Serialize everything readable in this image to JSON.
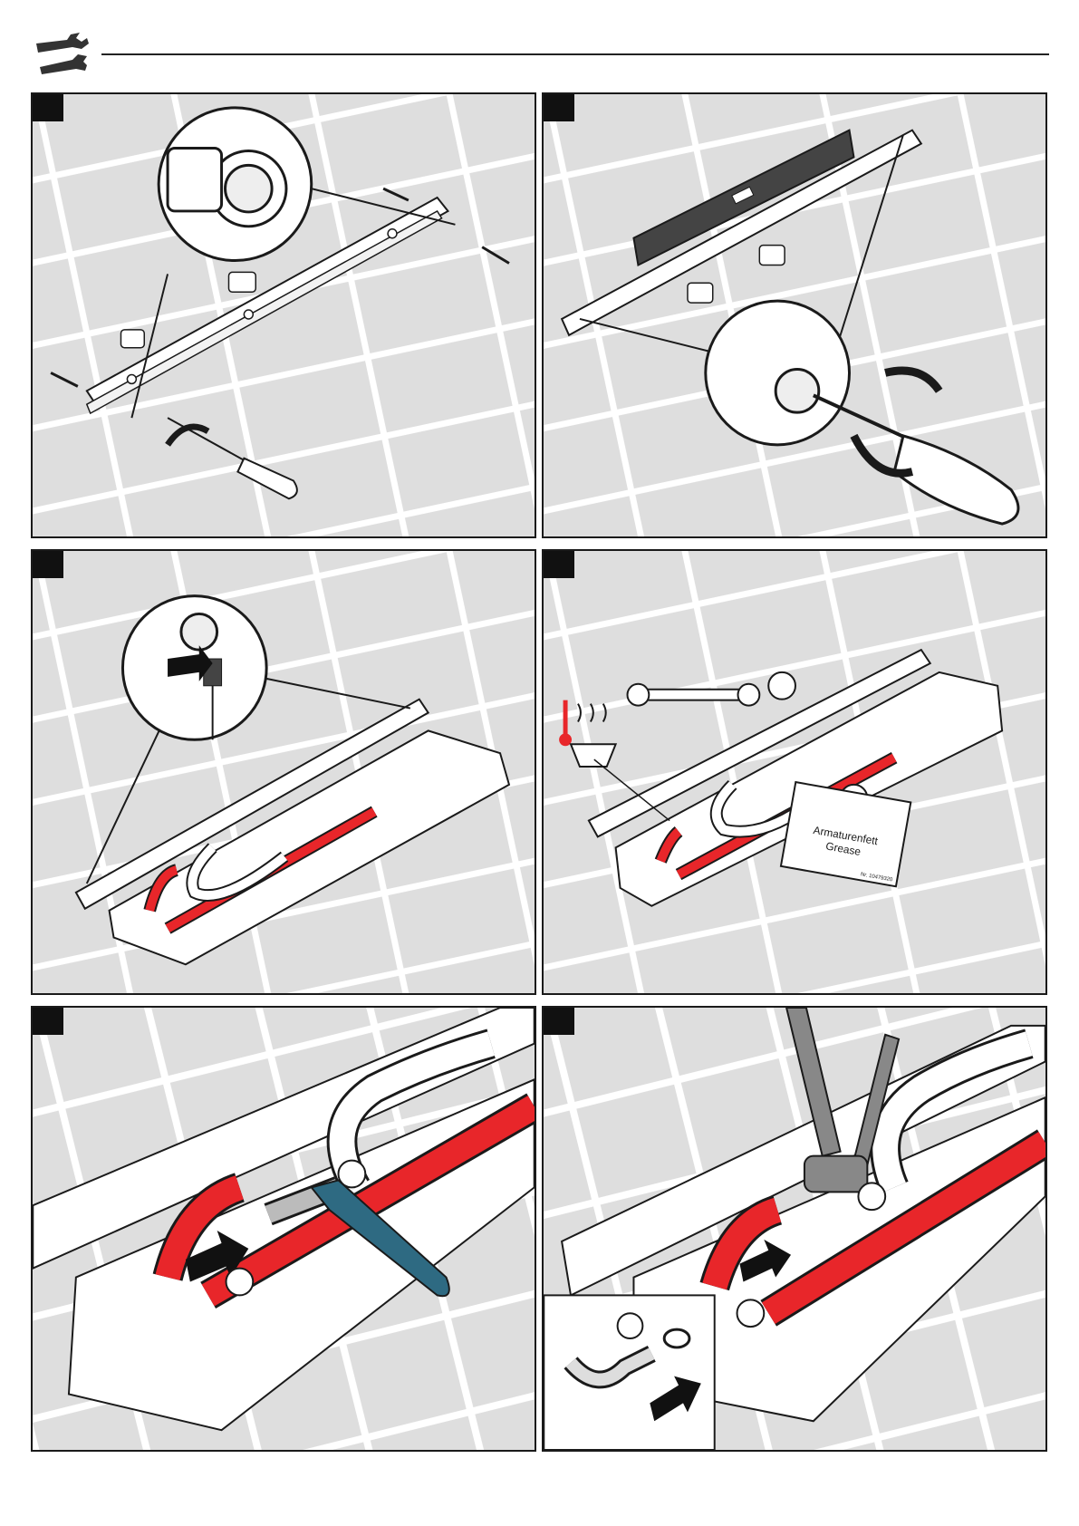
{
  "header": {
    "icon": "tools-icon"
  },
  "colors": {
    "hose_red": "#e8262a",
    "tile_bg": "#dedede",
    "grout": "#ffffff",
    "knife_blue": "#2e6a82",
    "outline": "#1a1a1a"
  },
  "panels": [
    {
      "step_icon": "step-marker",
      "scene": "mount-rail-with-screws"
    },
    {
      "step_icon": "step-marker",
      "scene": "level-and-tighten"
    },
    {
      "step_icon": "step-marker",
      "scene": "insert-pin"
    },
    {
      "step_icon": "step-marker",
      "scene": "grease-and-wrench"
    },
    {
      "step_icon": "step-marker",
      "scene": "cut-hose"
    },
    {
      "step_icon": "step-marker",
      "scene": "remove-clamp-with-pliers"
    }
  ],
  "grease_sheet": {
    "line1": "Armaturenfett",
    "line2": "Grease",
    "part_no": "Nr. 10479320"
  }
}
